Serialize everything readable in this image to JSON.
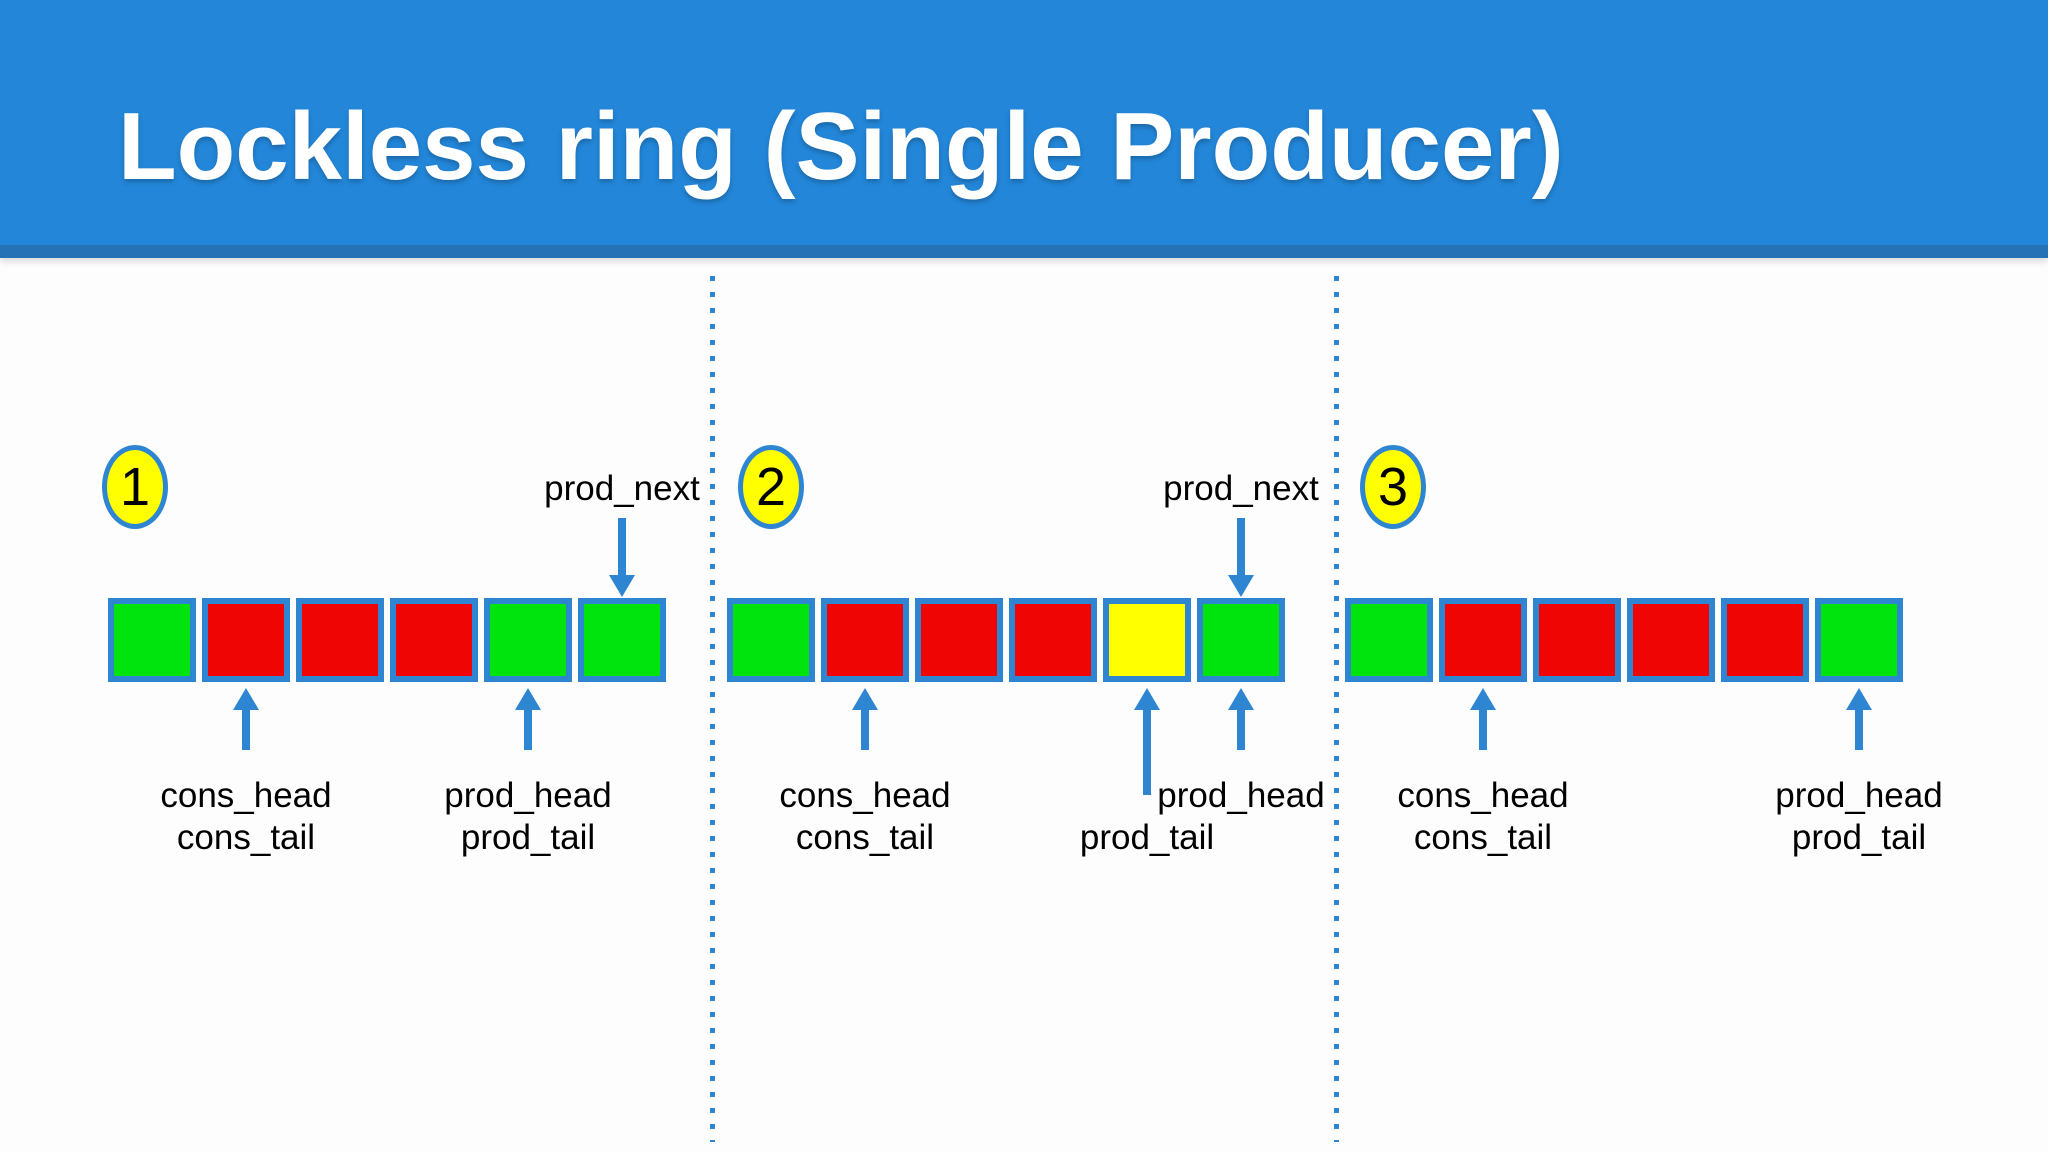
{
  "title": "Lockless ring (Single Producer)",
  "colors": {
    "header_blue": "#2386d8",
    "header_strip_blue": "#2573b6",
    "accent_blue": "#2e86d2",
    "cell_green": "#00e40d",
    "cell_red": "#f00505",
    "cell_yellow": "#ffff00",
    "circle_fill": "#ffff00",
    "label_text": "#000000",
    "title_text": "#ffffff"
  },
  "panels": [
    {
      "number": "1",
      "cells": [
        "green",
        "red",
        "red",
        "red",
        "green",
        "green"
      ],
      "top_pointer": {
        "label": "prod_next",
        "cell": 6
      },
      "bottom_pointers": [
        {
          "lines": [
            "cons_head",
            "cons_tail"
          ],
          "cell": 2,
          "variant": "short",
          "label_position": "center"
        },
        {
          "lines": [
            "prod_head",
            "prod_tail"
          ],
          "cell": 5,
          "variant": "short",
          "label_position": "center"
        }
      ]
    },
    {
      "number": "2",
      "cells": [
        "green",
        "red",
        "red",
        "red",
        "yellow",
        "green"
      ],
      "top_pointer": {
        "label": "prod_next",
        "cell": 6
      },
      "bottom_pointers": [
        {
          "lines": [
            "cons_head",
            "cons_tail"
          ],
          "cell": 2,
          "variant": "short",
          "label_position": "center"
        },
        {
          "lines": [
            "prod_tail"
          ],
          "cell": 5,
          "variant": "long",
          "label_position": "below"
        },
        {
          "lines": [
            "prod_head"
          ],
          "cell": 6,
          "variant": "short",
          "label_position": "center"
        }
      ]
    },
    {
      "number": "3",
      "cells": [
        "green",
        "red",
        "red",
        "red",
        "red",
        "green"
      ],
      "top_pointer": null,
      "bottom_pointers": [
        {
          "lines": [
            "cons_head",
            "cons_tail"
          ],
          "cell": 2,
          "variant": "short",
          "label_position": "center"
        },
        {
          "lines": [
            "prod_head",
            "prod_tail"
          ],
          "cell": 6,
          "variant": "short",
          "label_position": "center"
        }
      ]
    }
  ]
}
